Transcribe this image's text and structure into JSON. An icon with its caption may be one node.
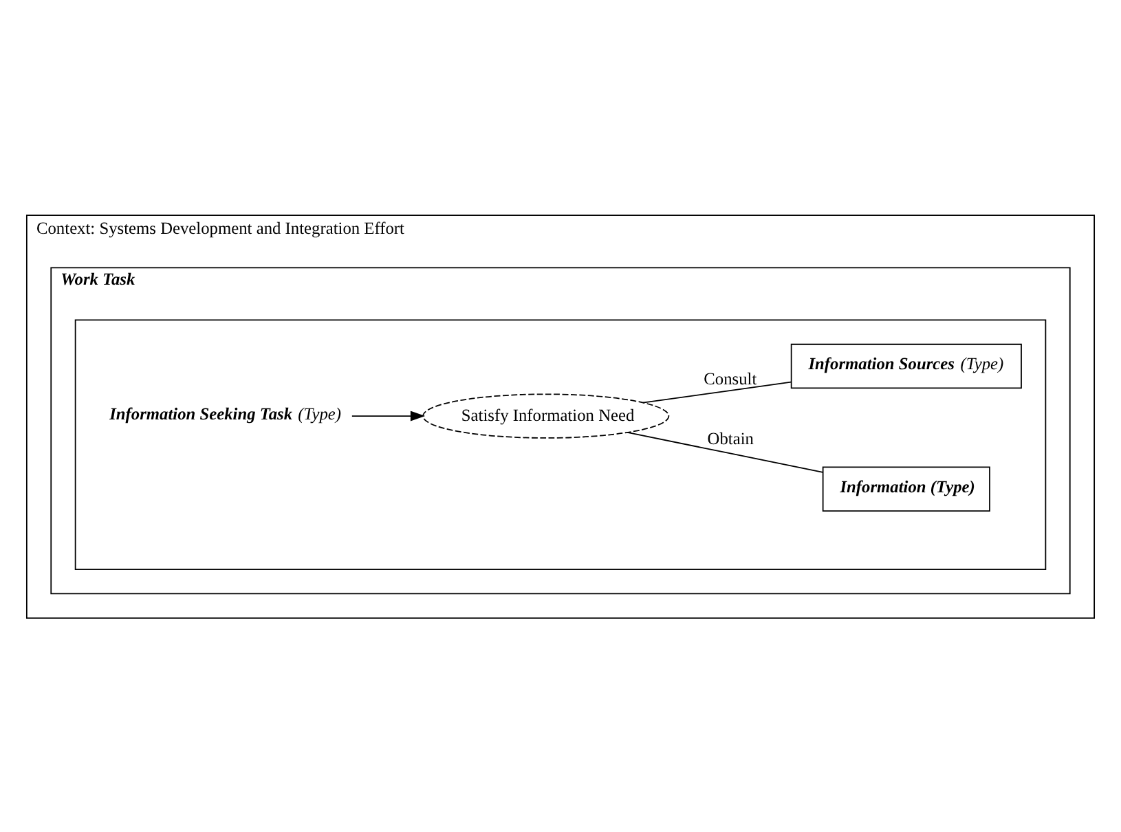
{
  "diagram": {
    "nodes": [
      {
        "text": [
          "Context: Systems Development and Integration Effort"
        ]
      },
      {
        "text": [
          "Work Task"
        ],
        "in": 0
      },
      {
        "text": [],
        "shape": "box",
        "in": 1
      },
      {
        "text": [
          "**Information Seeking Task** (Type)"
        ],
        "in": 2
      },
      {
        "text": [
          "Satisfy Information Need"
        ],
        "in": 2
      },
      {
        "text": [
          "Information (Type)"
        ],
        "in": 2
      },
      {
        "text": [
          "**Information Sources** (Type)"
        ],
        "in": 2
      }
    ],
    "edges": [
      {
        "from": 3,
        "to": 4,
        "arrow": "to"
      },
      {
        "from": 4,
        "to": 5,
        "arrow": "none",
        "label": "Obtain"
      },
      {
        "from": 4,
        "to": 6,
        "arrow": "none",
        "label": "Consult"
      }
    ]
  }
}
